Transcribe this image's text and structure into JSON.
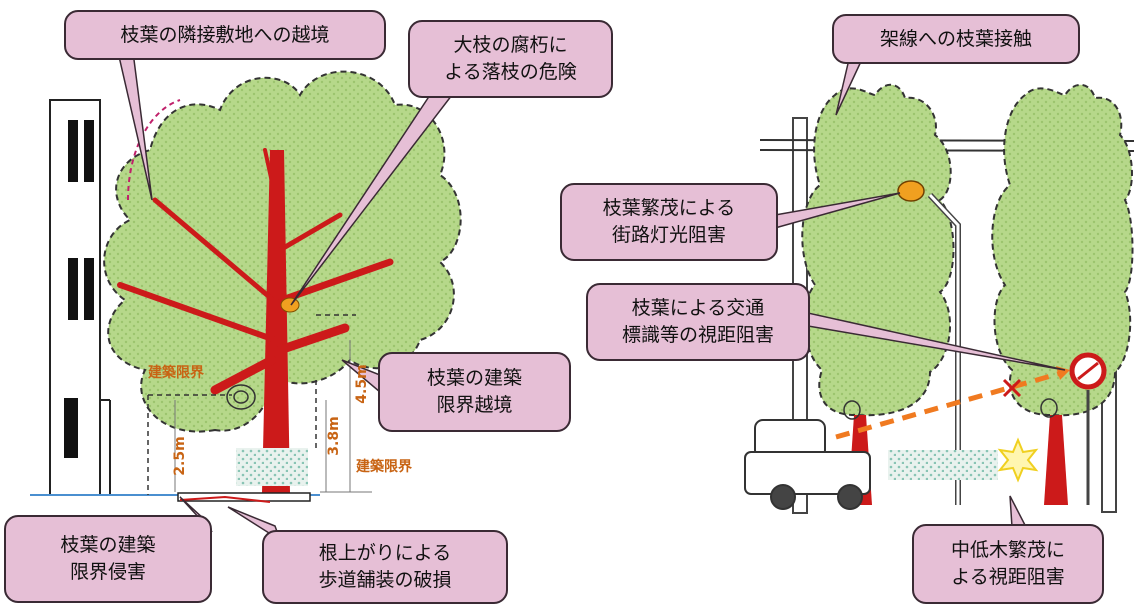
{
  "callouts": {
    "overhang_neighbor": "枝葉の隣接敷地への越境",
    "branch_decay": [
      "大枝の腐朽に",
      "よる落枝の危険"
    ],
    "wire_contact": "架線への枝葉接触",
    "streetlight": [
      "枝葉繁茂による",
      "街路灯光阻害"
    ],
    "sign_visibility": [
      "枝葉による交通",
      "標識等の視距阻害"
    ],
    "building_limit_overhang": [
      "枝葉の建築",
      "限界越境"
    ],
    "building_limit_intrusion": [
      "枝葉の建築",
      "限界侵害"
    ],
    "root_damage": [
      "根上がりによる",
      "歩道舗装の破損"
    ],
    "low_tree_visibility": [
      "中低木繁茂に",
      "よる視距阻害"
    ]
  },
  "dimensions": {
    "limit_label_top": "建築限界",
    "limit_label_bottom": "建築限界",
    "height_25": "2.5m",
    "height_38": "3.8m",
    "height_45": "4.5m"
  },
  "colors": {
    "callout_fill": "#e6bfd6",
    "foliage": "#b6d88a",
    "trunk": "#cc1a1a",
    "dimension_text": "#c86414"
  }
}
